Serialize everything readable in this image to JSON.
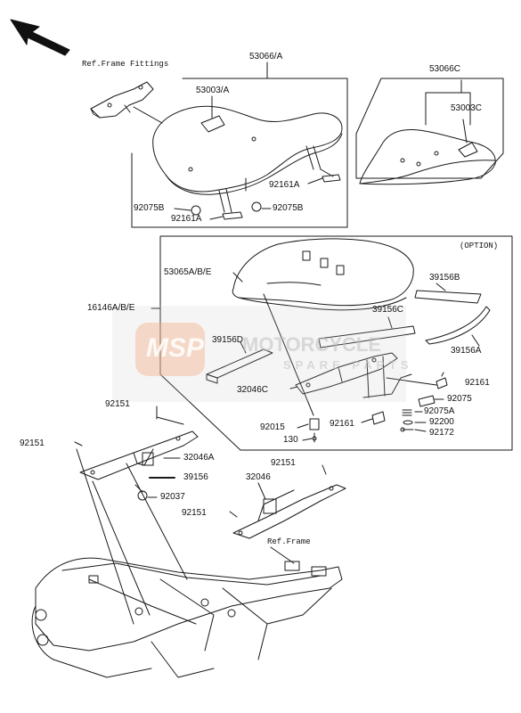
{
  "labels": {
    "ref_frame_fittings": "Ref.Frame Fittings",
    "ref_frame": "Ref.Frame",
    "option": "(OPTION)",
    "p53066A": "53066/A",
    "p53003A": "53003/A",
    "p53066C": "53066C",
    "p53003C": "53003C",
    "p92075B_left": "92075B",
    "p92075B_right": "92075B",
    "p92161A_right": "92161A",
    "p92161A_bottom": "92161A",
    "p53065": "53065A/B/E",
    "p16146": "16146A/B/E",
    "p39156B": "39156B",
    "p39156C": "39156C",
    "p39156D": "39156D",
    "p39156A": "39156A",
    "p32046C": "32046C",
    "p92161_right": "92161",
    "p92075": "92075",
    "p92075A": "92075A",
    "p92200": "92200",
    "p92172": "92172",
    "p92015": "92015",
    "p92161_mid": "92161",
    "p130": "130",
    "p92151_a": "92151",
    "p92151_b": "92151",
    "p32046A": "32046A",
    "p39156": "39156",
    "p92037": "92037",
    "p92151_c": "92151",
    "p32046": "32046",
    "p92151_d": "92151"
  },
  "watermark": {
    "badge": "MSP",
    "line1": "MOTORCYCLE",
    "line2": "SPARE PARTS"
  },
  "icons": {
    "front_arrow": "front-direction-arrow-icon"
  },
  "colors": {
    "line": "#1a1a1a",
    "watermark_text": "#bdbdbd",
    "watermark_badge": "#f3b48f"
  }
}
